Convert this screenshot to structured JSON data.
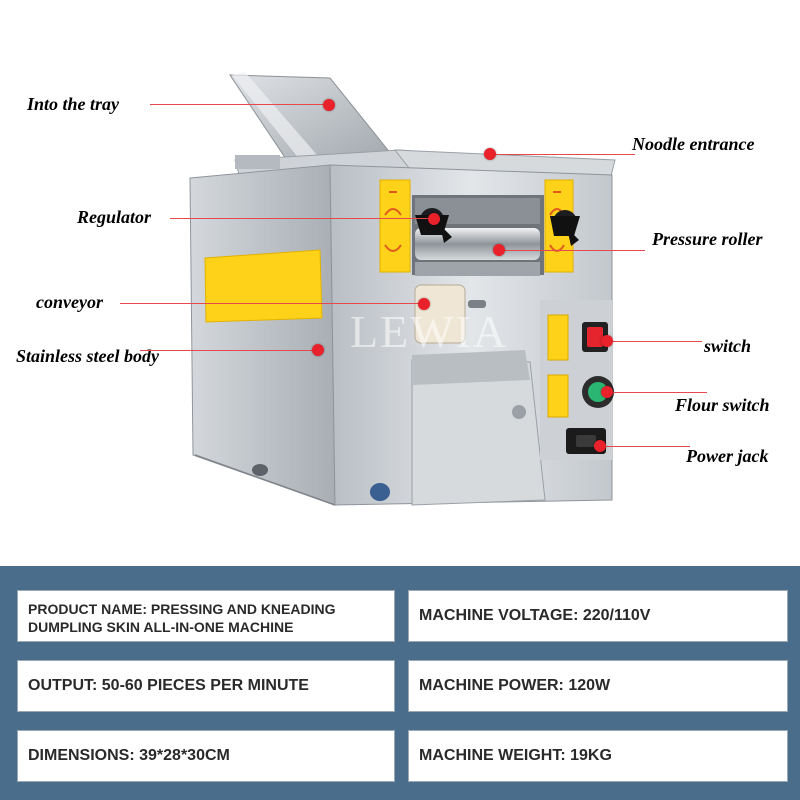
{
  "callouts": {
    "into_tray": "Into the tray",
    "noodle_entrance": "Noodle entrance",
    "regulator": "Regulator",
    "pressure_roller": "Pressure roller",
    "conveyor": "conveyor",
    "switch": "switch",
    "stainless_body": "Stainless steel body",
    "flour_switch": "Flour switch",
    "power_jack": "Power jack"
  },
  "watermark": "LEWIA",
  "specs": {
    "product_name": "PRODUCT NAME: PRESSING AND KNEADING DUMPLING SKIN ALL-IN-ONE MACHINE",
    "voltage": "MACHINE VOLTAGE: 220/110V",
    "output": "OUTPUT: 50-60 PIECES PER MINUTE",
    "power": "MACHINE POWER: 120W",
    "dimensions": "DIMENSIONS: 39*28*30CM",
    "weight": "MACHINE WEIGHT: 19KG"
  },
  "colors": {
    "panel": "#4b6d8c",
    "callout_dot": "#e8212b",
    "leader_line": "#e5484d",
    "yellow_label": "#ffd21a",
    "steel": "#c9cdd2"
  }
}
